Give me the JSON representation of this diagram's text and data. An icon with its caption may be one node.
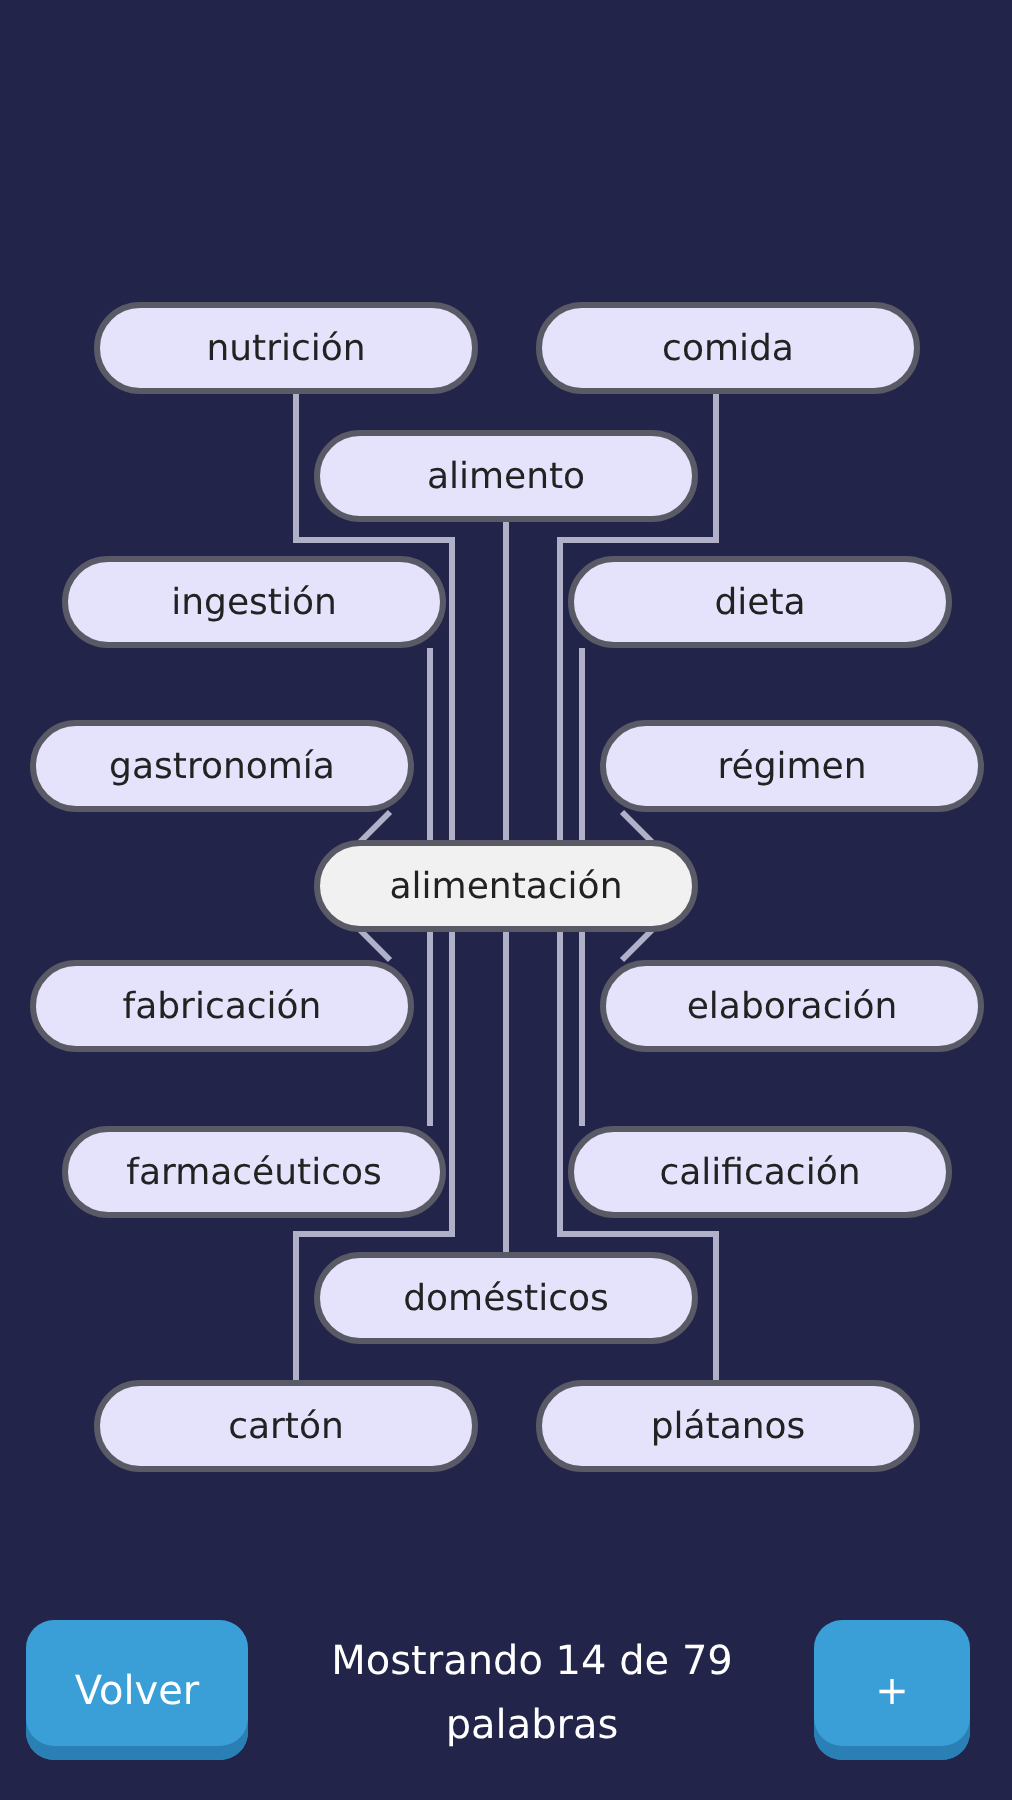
{
  "diagram": {
    "nodes": [
      {
        "text": [
          "nutrición"
        ]
      },
      {
        "text": [
          "comida"
        ]
      },
      {
        "text": [
          "alimento"
        ]
      },
      {
        "text": [
          "ingestión"
        ]
      },
      {
        "text": [
          "dieta"
        ]
      },
      {
        "text": [
          "gastronomía"
        ]
      },
      {
        "text": [
          "régimen"
        ]
      },
      {
        "text": [
          "alimentación"
        ]
      },
      {
        "text": [
          "fabricación"
        ]
      },
      {
        "text": [
          "elaboración"
        ]
      },
      {
        "text": [
          "farmacéuticos"
        ]
      },
      {
        "text": [
          "calificación"
        ]
      },
      {
        "text": [
          "domésticos"
        ]
      },
      {
        "text": [
          "cartón"
        ]
      },
      {
        "text": [
          "plátanos"
        ]
      }
    ],
    "edges": [
      {
        "from": 7,
        "to": 0,
        "arrow": "none"
      },
      {
        "from": 7,
        "to": 1,
        "arrow": "none"
      },
      {
        "from": 7,
        "to": 2,
        "arrow": "none"
      },
      {
        "from": 7,
        "to": 3,
        "arrow": "none"
      },
      {
        "from": 7,
        "to": 4,
        "arrow": "none"
      },
      {
        "from": 7,
        "to": 5,
        "arrow": "none"
      },
      {
        "from": 7,
        "to": 6,
        "arrow": "none"
      },
      {
        "from": 7,
        "to": 8,
        "arrow": "none"
      },
      {
        "from": 7,
        "to": 9,
        "arrow": "none"
      },
      {
        "from": 7,
        "to": 10,
        "arrow": "none"
      },
      {
        "from": 7,
        "to": 11,
        "arrow": "none"
      },
      {
        "from": 7,
        "to": 12,
        "arrow": "none"
      },
      {
        "from": 7,
        "to": 13,
        "arrow": "none"
      },
      {
        "from": 7,
        "to": 14,
        "arrow": "none"
      }
    ],
    "labels": [
      "Volver",
      "Mostrando 14 de 79 palabras",
      "+"
    ]
  }
}
